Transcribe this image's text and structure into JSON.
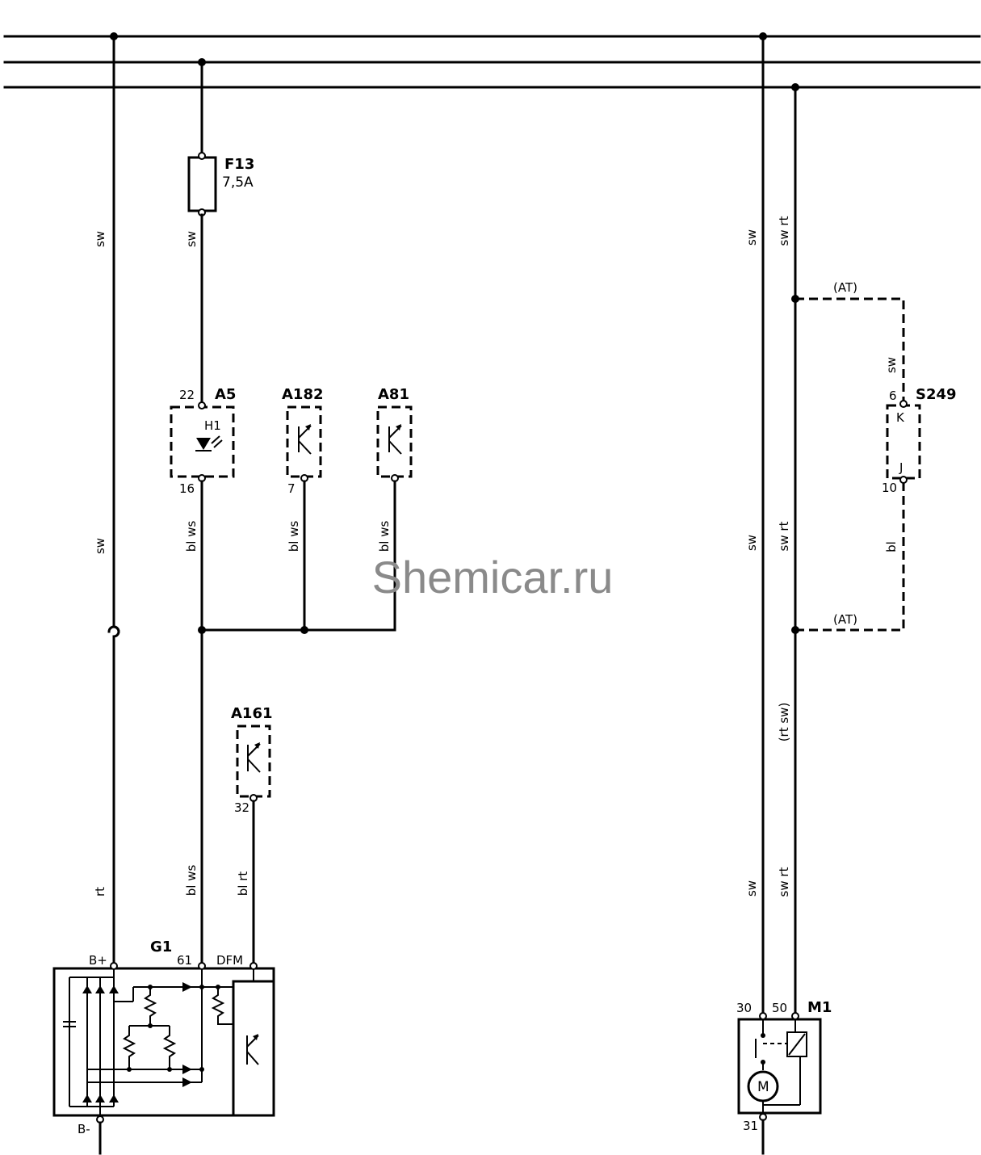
{
  "watermark": "Shemicar.ru",
  "components": {
    "f13": {
      "ref": "F13",
      "rating": "7,5A"
    },
    "a5": {
      "ref": "A5",
      "pin_top": "22",
      "pin_bottom": "16",
      "inner": "H1"
    },
    "a182": {
      "ref": "A182",
      "pin_bottom": "7"
    },
    "a81": {
      "ref": "A81"
    },
    "a161": {
      "ref": "A161",
      "pin_bottom": "32"
    },
    "s249": {
      "ref": "S249",
      "pin_top": "6",
      "pin_bottom": "10",
      "contact_top": "K",
      "contact_bottom": "J"
    },
    "g1": {
      "ref": "G1",
      "pin_bplus": "B+",
      "pin_61": "61",
      "pin_dfm": "DFM",
      "pin_bminus": "B-"
    },
    "m1": {
      "ref": "M1",
      "pin_30": "30",
      "pin_50": "50",
      "pin_31": "31",
      "motor": "M"
    }
  },
  "wires": {
    "left_sw_upper": "sw",
    "left_sw_lower": "sw",
    "left_rt": "rt",
    "fuse_sw": "sw",
    "a5_bl_ws": "bl ws",
    "a182_bl_ws": "bl ws",
    "a81_bl_ws": "bl ws",
    "g1_bl_ws": "bl ws",
    "a161_bl_rt": "bl rt",
    "right_sw_upper": "sw",
    "right_sw_mid": "sw",
    "right_sw_lower": "sw",
    "right_swrt_upper": "sw rt",
    "right_swrt_mid": "sw rt",
    "right_rtsw_opt": "(rt sw)",
    "right_swrt_lower": "sw rt",
    "s249_sw": "sw",
    "s249_bl": "bl",
    "at_top": "(AT)",
    "at_bottom": "(AT)"
  }
}
